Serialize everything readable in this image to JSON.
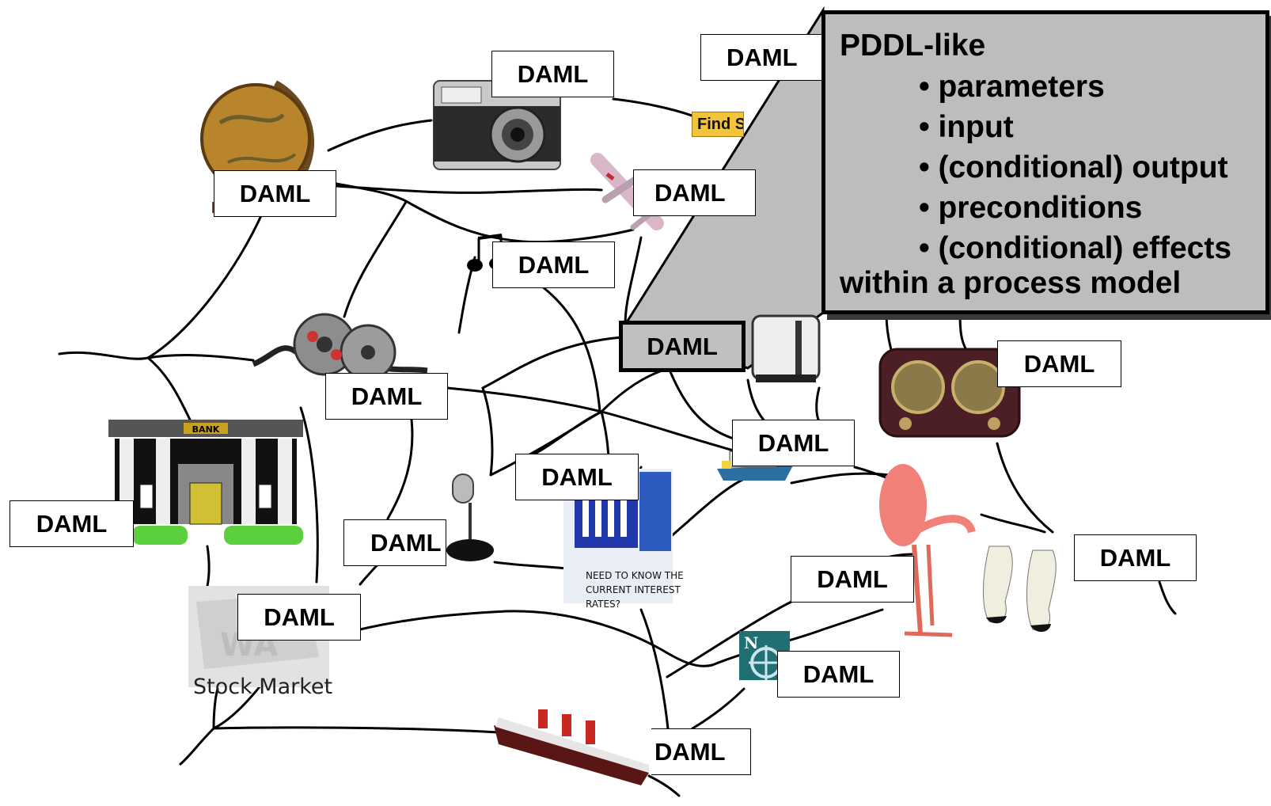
{
  "daml_labels": [
    {
      "id": "globe",
      "text": "DAML"
    },
    {
      "id": "camera",
      "text": "DAML"
    },
    {
      "id": "findstore",
      "text": "DAML"
    },
    {
      "id": "airplane",
      "text": "DAML"
    },
    {
      "id": "music",
      "text": "DAML"
    },
    {
      "id": "selected",
      "text": "DAML"
    },
    {
      "id": "film",
      "text": "DAML"
    },
    {
      "id": "radio",
      "text": "DAML"
    },
    {
      "id": "boat",
      "text": "DAML"
    },
    {
      "id": "bank",
      "text": "DAML"
    },
    {
      "id": "interest",
      "text": "DAML"
    },
    {
      "id": "microphone",
      "text": "DAML"
    },
    {
      "id": "shoes",
      "text": "DAML"
    },
    {
      "id": "flamingo",
      "text": "DAML"
    },
    {
      "id": "stock",
      "text": "DAML"
    },
    {
      "id": "netscape",
      "text": "DAML"
    },
    {
      "id": "ship",
      "text": "DAML"
    }
  ],
  "callout": {
    "title": "PDDL-like",
    "items": [
      "• parameters",
      "• input",
      "• (conditional) output",
      "• preconditions",
      "• (conditional) effects"
    ],
    "footer": "within a process model"
  },
  "images": {
    "stock_market_text": "Stock Market",
    "interest_text": "NEED TO KNOW THE CURRENT INTEREST RATES?",
    "findstore_text": "Find Store",
    "bank_sign": "BANK",
    "netscape_letter": "N"
  },
  "colors": {
    "callout_bg": "#bdbdbd",
    "highlight_bg": "#c0c0c0",
    "line": "#000000"
  }
}
